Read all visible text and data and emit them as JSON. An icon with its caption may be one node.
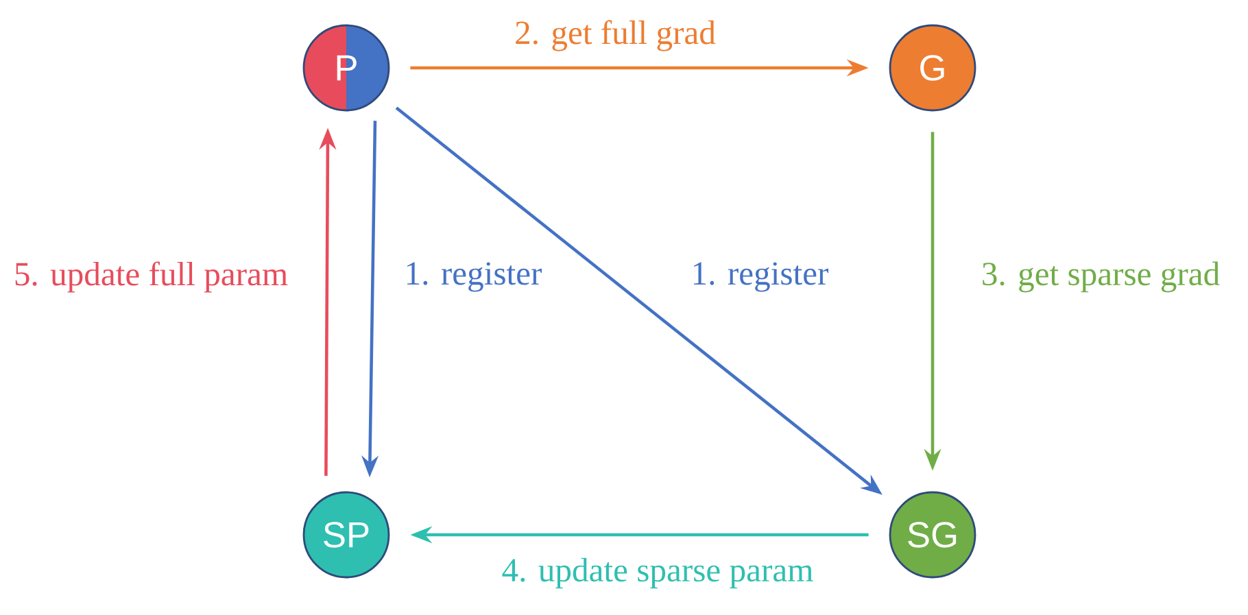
{
  "diagram": {
    "nodes": [
      {
        "text": [
          "P"
        ]
      },
      {
        "text": [
          "G"
        ]
      },
      {
        "text": [
          "SP"
        ]
      },
      {
        "text": [
          "SG"
        ]
      }
    ],
    "edges": [
      {
        "from": 0,
        "to": 2,
        "arrow": "to",
        "label": "1. register",
        "color": "#4472c4"
      },
      {
        "from": 0,
        "to": 3,
        "arrow": "to",
        "label": "1. register",
        "color": "#4472c4"
      },
      {
        "from": 0,
        "to": 1,
        "arrow": "to",
        "label": "2. get full grad",
        "color": "#ed7d31"
      },
      {
        "from": 1,
        "to": 3,
        "arrow": "to",
        "label": "3. get sparse grad",
        "color": "#70ad47"
      },
      {
        "from": 3,
        "to": 2,
        "arrow": "to",
        "label": "4. update sparse param",
        "color": "#2ebfb0"
      },
      {
        "from": 2,
        "to": 0,
        "arrow": "to",
        "label": "5. update full param",
        "color": "#e84c5c"
      }
    ]
  }
}
